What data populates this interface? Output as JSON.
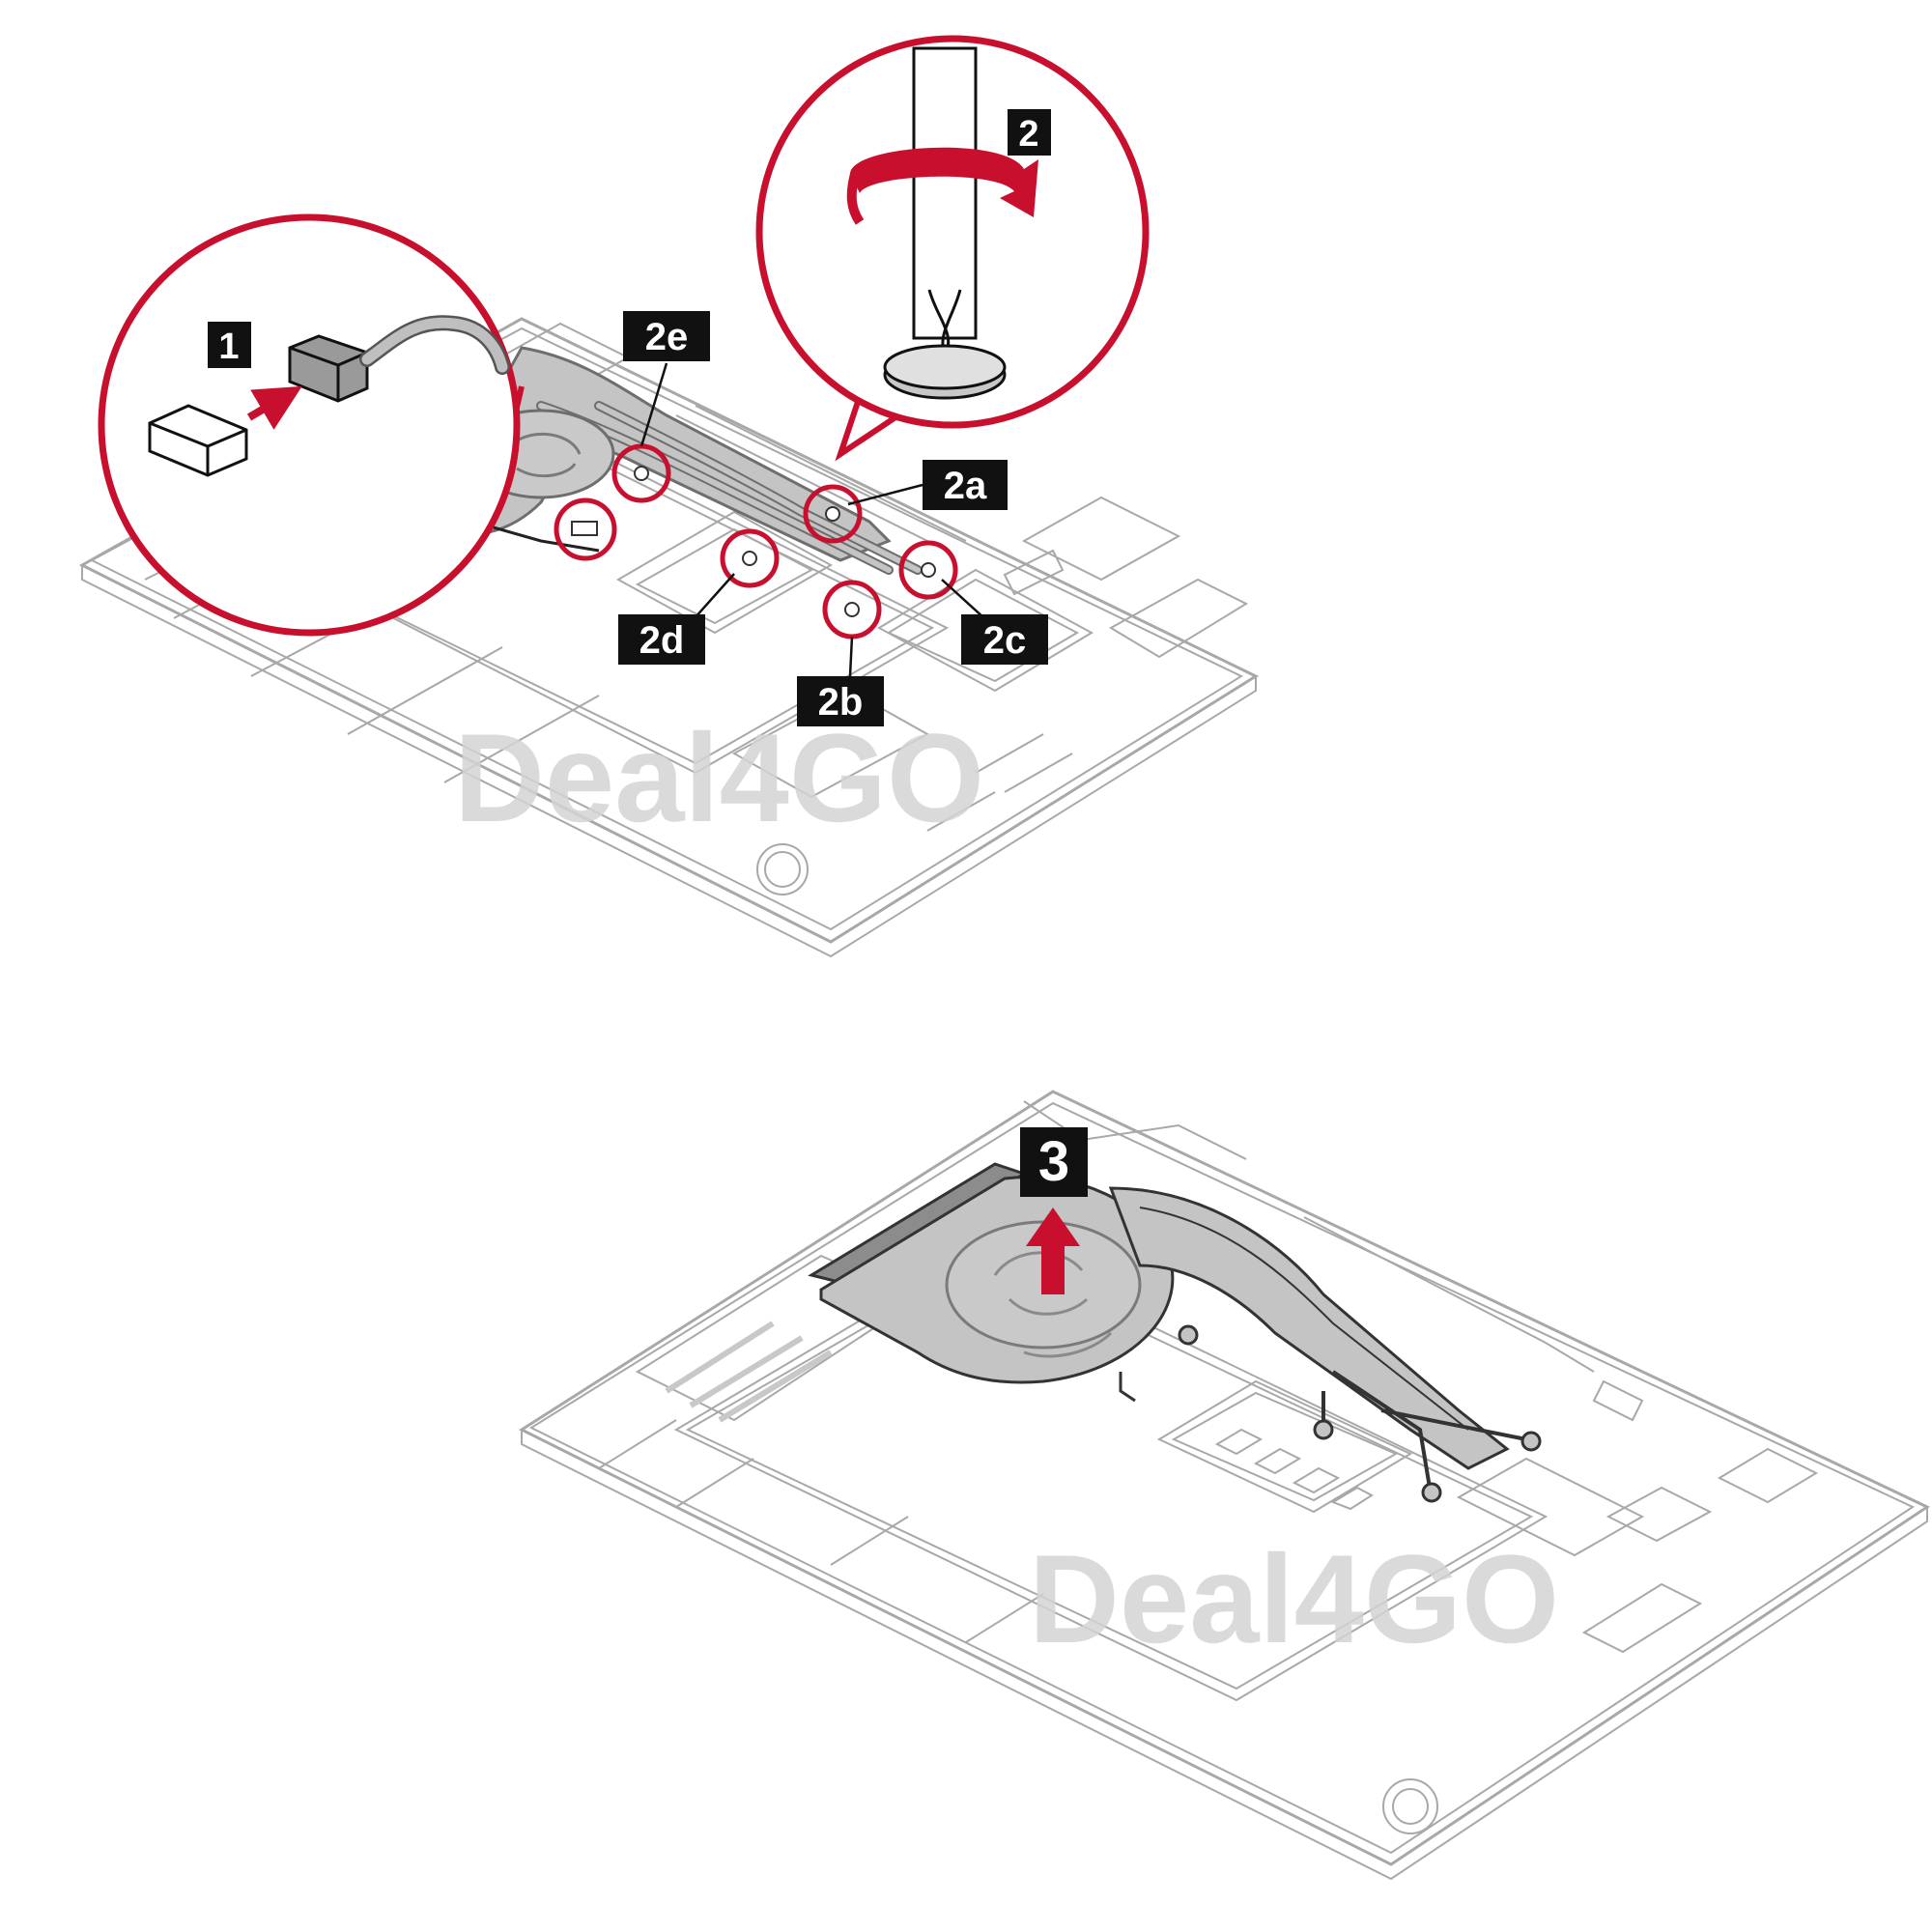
{
  "steps": {
    "s1": "1",
    "s2": "2",
    "s2a": "2a",
    "s2b": "2b",
    "s2c": "2c",
    "s2d": "2d",
    "s2e": "2e",
    "s3": "3"
  },
  "watermark": "Deal4GO",
  "colors": {
    "accent_red": "#c8102e",
    "label_bg": "#111111",
    "line_gray": "#9a9a9a",
    "part_gray": "#bdbdbd",
    "part_gray_dark": "#8c8c8c"
  },
  "icons": {
    "step1": "connector-disconnect-icon",
    "step2": "screwdriver-loosen-icon",
    "step3": "lift-up-arrow-icon"
  }
}
